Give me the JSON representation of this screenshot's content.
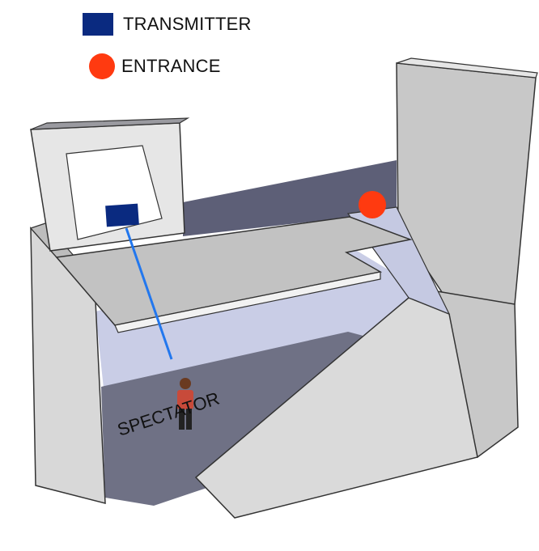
{
  "legend": {
    "transmitter_label": "TRANSMITTER",
    "entrance_label": "ENTRANCE"
  },
  "labels": {
    "spectator": "SPECTATOR"
  },
  "colors": {
    "transmitter": "#0a2a80",
    "entrance": "#ff3a10",
    "beam": "#2277ee",
    "interior": "#c9cde6",
    "floor": "#6f7185",
    "wall": "#d2d2d2",
    "ceiling_dark": "#5a5c73"
  }
}
